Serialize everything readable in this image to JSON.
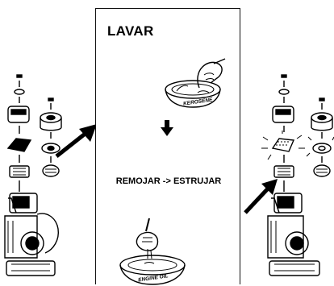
{
  "panel": {
    "title": "LAVAR",
    "step_text": "REMOJAR -> ESTRUJAR"
  },
  "labels": {
    "kerosene": "KEROSENE",
    "engine_oil": "ENGINE OIL"
  },
  "colors": {
    "ink": "#000000",
    "paper": "#ffffff"
  }
}
